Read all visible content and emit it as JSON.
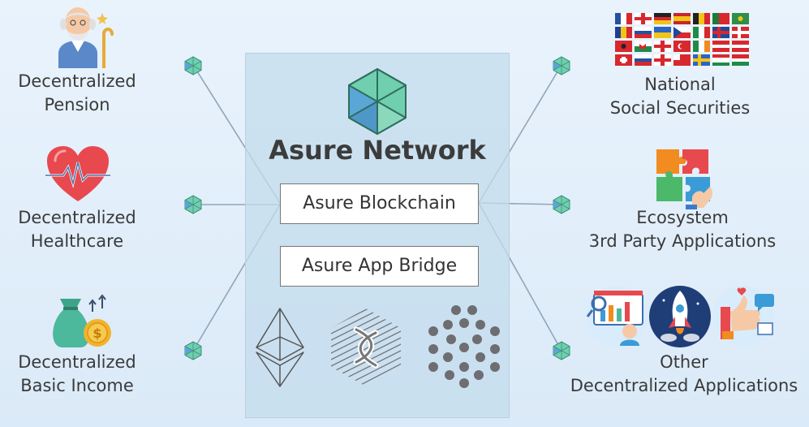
{
  "left_items": [
    {
      "line1": "Decentralized",
      "line2": "Pension",
      "icon": "elderly-man-icon"
    },
    {
      "line1": "Decentralized",
      "line2": "Healthcare",
      "icon": "heart-icon"
    },
    {
      "line1": "Decentralized",
      "line2": "Basic Income",
      "icon": "money-bag-icon"
    }
  ],
  "center": {
    "title": "Asure Network",
    "blockchain_label": "Asure Blockchain",
    "bridge_label": "Asure App Bridge",
    "logos": [
      "ethereum-icon",
      "hyperledger-icon",
      "dot-cluster-icon"
    ]
  },
  "right_items": [
    {
      "line1": "National",
      "line2": "Social Securities",
      "icon": "flags-grid-icon"
    },
    {
      "line1": "Ecosystem",
      "line2": "3rd Party Applications",
      "icon": "puzzle-icon"
    },
    {
      "line1": "Other",
      "line2": "Decentralized Applications",
      "icon": "apps-cluster-icon"
    }
  ],
  "colors": {
    "hex_teal": "#6fcfae",
    "hex_blue": "#5aa6d6",
    "line": "#8aa3b5",
    "heart": "#e8494f",
    "money": "#4cb89c",
    "coin": "#f2b32c"
  }
}
